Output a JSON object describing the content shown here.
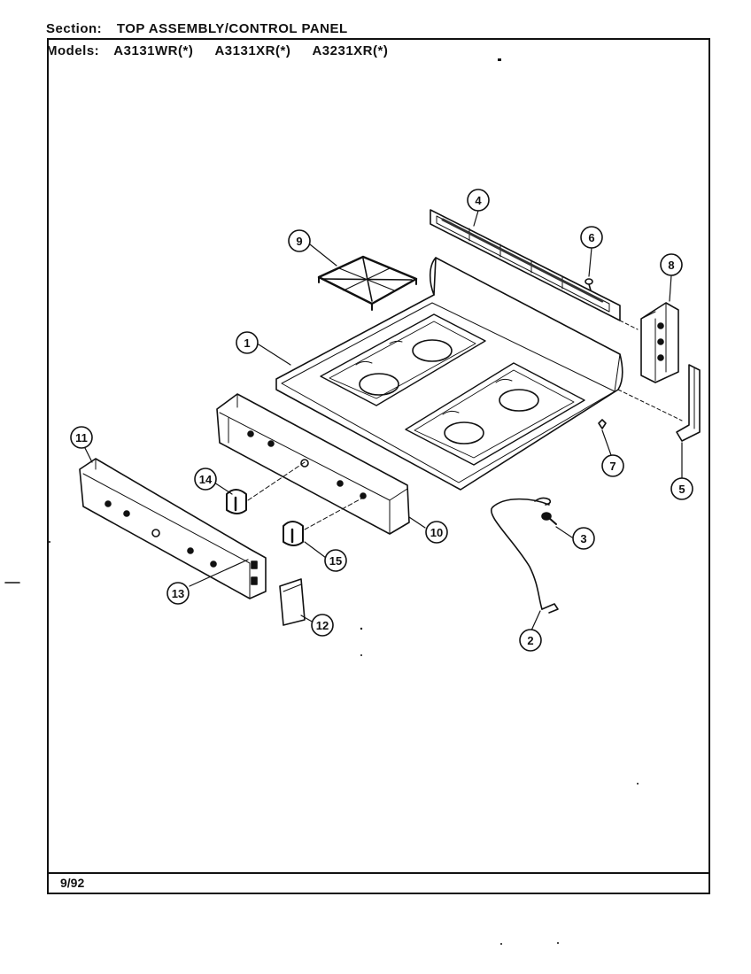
{
  "header": {
    "section_label": "Section:",
    "section_value": "TOP ASSEMBLY/CONTROL PANEL",
    "models_label": "Models:",
    "models": [
      "A3131WR(*)",
      "A3131XR(*)",
      "A3231XR(*)"
    ]
  },
  "footer": {
    "date": "9/92"
  },
  "callouts": [
    "1",
    "2",
    "3",
    "4",
    "5",
    "6",
    "7",
    "8",
    "9",
    "10",
    "11",
    "12",
    "13",
    "14",
    "15"
  ]
}
